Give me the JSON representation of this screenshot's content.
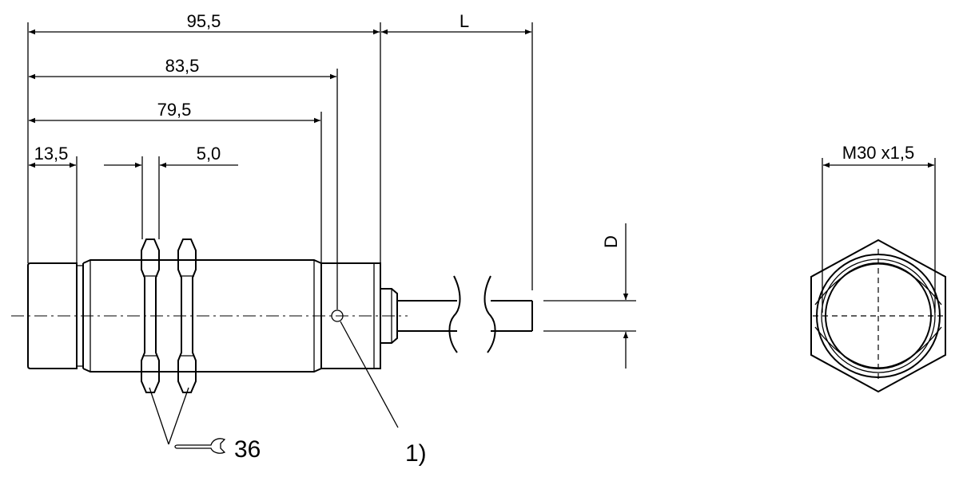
{
  "dimensions": {
    "overall_length": "95,5",
    "length_to_marker": "83,5",
    "thread_length": "79,5",
    "front_length": "13,5",
    "nut_thickness": "5,0",
    "cable_length": "L",
    "cable_diameter": "D",
    "thread_size": "M30 x1,5"
  },
  "callouts": {
    "note_marker": "1)",
    "wrench_size": "36"
  }
}
